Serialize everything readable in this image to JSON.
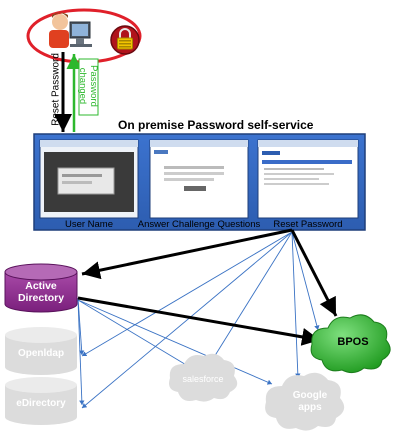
{
  "title": "On premise Password self-service",
  "arrows": {
    "reset_password": "Reset Password",
    "password_changed": "Password changed"
  },
  "panels": [
    {
      "label": "User Name"
    },
    {
      "label": "Answer Challenge Questions"
    },
    {
      "label": "Reset Password"
    }
  ],
  "directories": {
    "active": "Active Directory",
    "openldap": "Openldap",
    "edirectory": "eDirectory"
  },
  "clouds": {
    "bpos": "BPOS",
    "salesforce": "salesforce",
    "google_apps": "Google apps"
  },
  "colors": {
    "frame_blue": "#1f3f7a",
    "panel_blue": "#3a6cc8",
    "active_purple": "#8a2a8c",
    "bpos_green": "#2aa52a",
    "ghost_grey": "#dcdcdc",
    "changed_green": "#2db82d",
    "highlight_red": "#e0202a"
  }
}
